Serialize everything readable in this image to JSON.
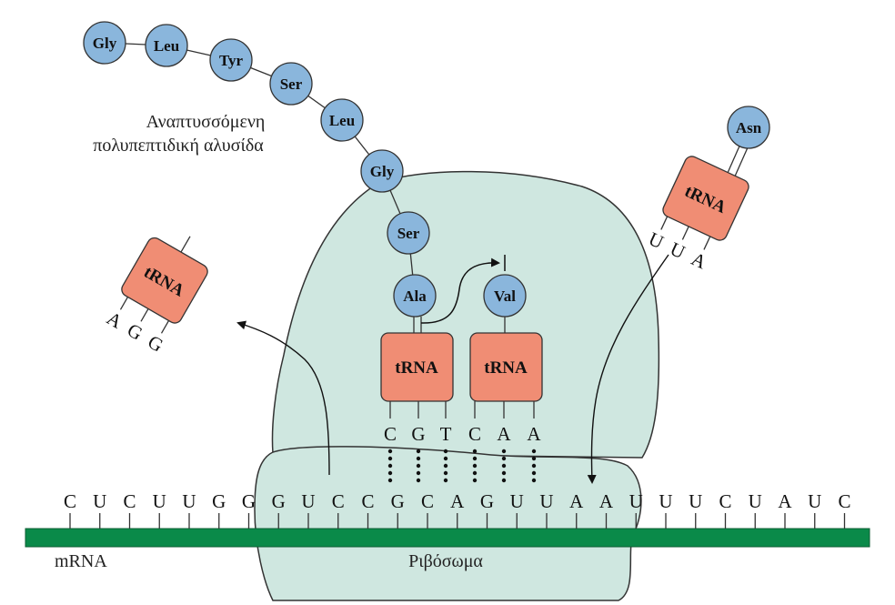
{
  "colors": {
    "amino_acid_fill": "#8ab6dc",
    "trna_fill": "#f08d74",
    "ribosome_fill": "#cfe7e0",
    "mrna_bar": "#0a8a49"
  },
  "growing_chain": {
    "label_line1": "Αναπτυσσόμενη",
    "label_line2": "πολυπεπτιδική αλυσίδα",
    "residues": [
      "Gly",
      "Leu",
      "Tyr",
      "Ser",
      "Leu",
      "Gly",
      "Ser"
    ]
  },
  "p_site": {
    "amino_acid": "Ala",
    "trna_label": "tRNA",
    "anticodon": [
      "C",
      "G",
      "T"
    ]
  },
  "a_site": {
    "amino_acid": "Val",
    "trna_label": "tRNA",
    "anticodon": [
      "C",
      "A",
      "A"
    ]
  },
  "incoming_trna": {
    "amino_acid": "Asn",
    "trna_label": "tRNA",
    "anticodon": [
      "U",
      "U",
      "A"
    ]
  },
  "exiting_trna": {
    "trna_label": "tRNA",
    "anticodon": [
      "A",
      "G",
      "G"
    ]
  },
  "mrna": {
    "label": "mRNA",
    "sequence": [
      "C",
      "U",
      "C",
      "U",
      "U",
      "G",
      "G",
      "G",
      "U",
      "C",
      "C",
      "G",
      "C",
      "A",
      "G",
      "U",
      "U",
      "A",
      "A",
      "U",
      "U",
      "U",
      "C",
      "U",
      "A",
      "U",
      "C"
    ]
  },
  "ribosome": {
    "label": "Ριβόσωμα"
  }
}
